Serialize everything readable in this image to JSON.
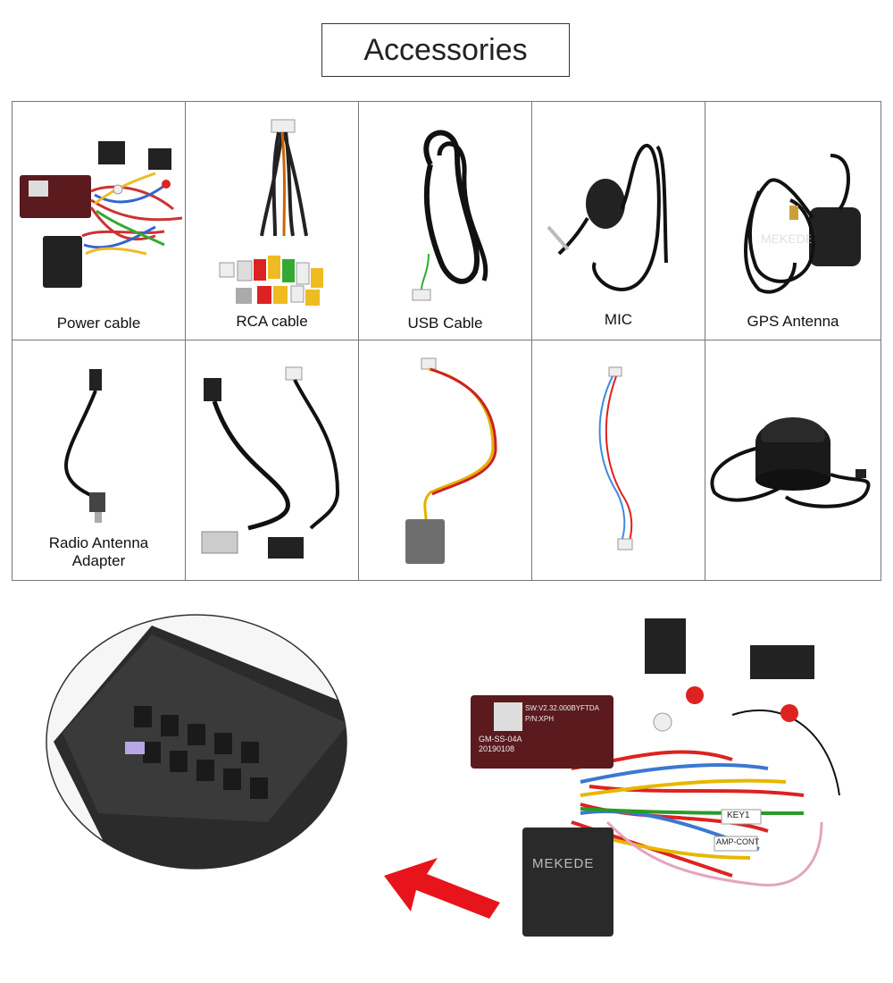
{
  "page": {
    "title": "Accessories",
    "colors": {
      "background": "#ffffff",
      "border": "#777777",
      "arrow": "#e8141c"
    }
  },
  "accessories": [
    {
      "label": "Power cable",
      "icon": "power-cable-icon"
    },
    {
      "label": "RCA cable",
      "icon": "rca-cable-icon"
    },
    {
      "label": "USB  Cable",
      "icon": "usb-cable-icon"
    },
    {
      "label": "MIC",
      "icon": "microphone-icon"
    },
    {
      "label": "GPS Antenna",
      "icon": "gps-antenna-icon"
    },
    {
      "label": "Radio Antenna",
      "label2": "Adapter",
      "icon": "radio-antenna-adapter-icon"
    },
    {
      "label": "",
      "icon": "usb-extension-cables-icon"
    },
    {
      "label": "",
      "icon": "connector-wire-icon"
    },
    {
      "label": "",
      "icon": "thin-wire-icon"
    },
    {
      "label": "",
      "icon": "speaker-icon"
    }
  ],
  "detail": {
    "brand": "MEKEDE",
    "module_text": [
      "GM-SS-04A",
      "20190108",
      "SW:V2.32.000BYFTDA",
      "P/N:XPH"
    ],
    "tag_key": "KEY1",
    "tag_amp": "AMP-CONT",
    "zoom_icon": "connector-closeup-icon",
    "arrow_icon": "red-arrow-icon"
  }
}
